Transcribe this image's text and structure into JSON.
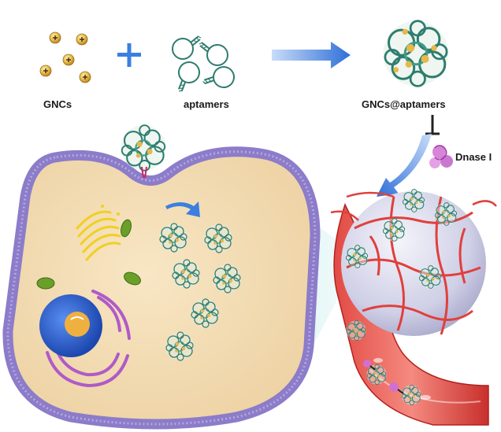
{
  "labels": {
    "gncs": "GNCs",
    "aptamers": "aptamers",
    "gncs_aptamers": "GNCs@aptamers",
    "dnase": "Dnase I"
  },
  "symbols": {
    "plus": "+",
    "particle_charge": "+",
    "inhibit": "⊥"
  },
  "colors": {
    "gold_particle": "#e8b84a",
    "aptamer_strand": "#2e7d6e",
    "cell_membrane": "#8c7cc9",
    "cytoplasm": "#f3dcb6",
    "vessel": "#e0403c",
    "tumor": "#d8d8ec",
    "arrow_blue": "#3b7fe0",
    "golgi": "#f0d020",
    "mitochondria": "#6aa02a",
    "nucleus": "#2a5fd0",
    "er": "#b05ac8",
    "dnase": "#d070d0"
  },
  "icons": [
    "gold-nanocluster-icon",
    "aptamer-icon",
    "complex-icon",
    "arrow-right-icon",
    "inhibit-icon",
    "enzyme-icon",
    "cell-icon",
    "tumor-icon",
    "blood-vessel-icon"
  ]
}
